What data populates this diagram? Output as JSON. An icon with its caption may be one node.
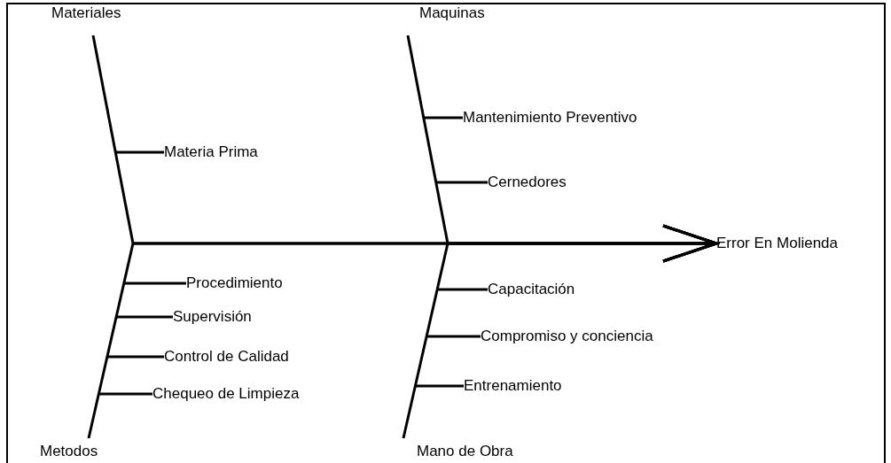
{
  "diagram": {
    "nodes": [
      {
        "text": [
          "Materiales"
        ]
      },
      {
        "text": [
          "Maquinas"
        ]
      },
      {
        "text": [
          "Materia Prima"
        ]
      },
      {
        "text": [
          "Mantenimiento Preventivo"
        ]
      },
      {
        "text": [
          "Cernedores"
        ]
      },
      {
        "text": [
          "Error En Molienda"
        ]
      },
      {
        "text": [
          "Procedimiento"
        ]
      },
      {
        "text": [
          "Capacitación"
        ]
      },
      {
        "text": [
          "Supervisión"
        ]
      },
      {
        "text": [
          "Compromiso y conciencia"
        ]
      },
      {
        "text": [
          "Control de Calidad"
        ]
      },
      {
        "text": [
          "Entrenamiento"
        ]
      },
      {
        "text": [
          "Chequeo de Limpieza"
        ]
      },
      {
        "text": [
          "Metodos"
        ]
      },
      {
        "text": [
          "Mano de Obra"
        ]
      }
    ],
    "edges": [
      {
        "from": 2,
        "to": 0,
        "arrow": "none"
      },
      {
        "from": 3,
        "to": 1,
        "arrow": "none"
      },
      {
        "from": 4,
        "to": 1,
        "arrow": "none"
      },
      {
        "from": 6,
        "to": 13,
        "arrow": "none"
      },
      {
        "from": 8,
        "to": 13,
        "arrow": "none"
      },
      {
        "from": 10,
        "to": 13,
        "arrow": "none"
      },
      {
        "from": 12,
        "to": 13,
        "arrow": "none"
      },
      {
        "from": 7,
        "to": 14,
        "arrow": "none"
      },
      {
        "from": 9,
        "to": 14,
        "arrow": "none"
      },
      {
        "from": 11,
        "to": 14,
        "arrow": "none"
      },
      {
        "from": 0,
        "to": 5,
        "arrow": "to"
      },
      {
        "from": 1,
        "to": 5,
        "arrow": "to"
      },
      {
        "from": 13,
        "to": 5,
        "arrow": "to"
      },
      {
        "from": 14,
        "to": 5,
        "arrow": "to"
      }
    ]
  }
}
